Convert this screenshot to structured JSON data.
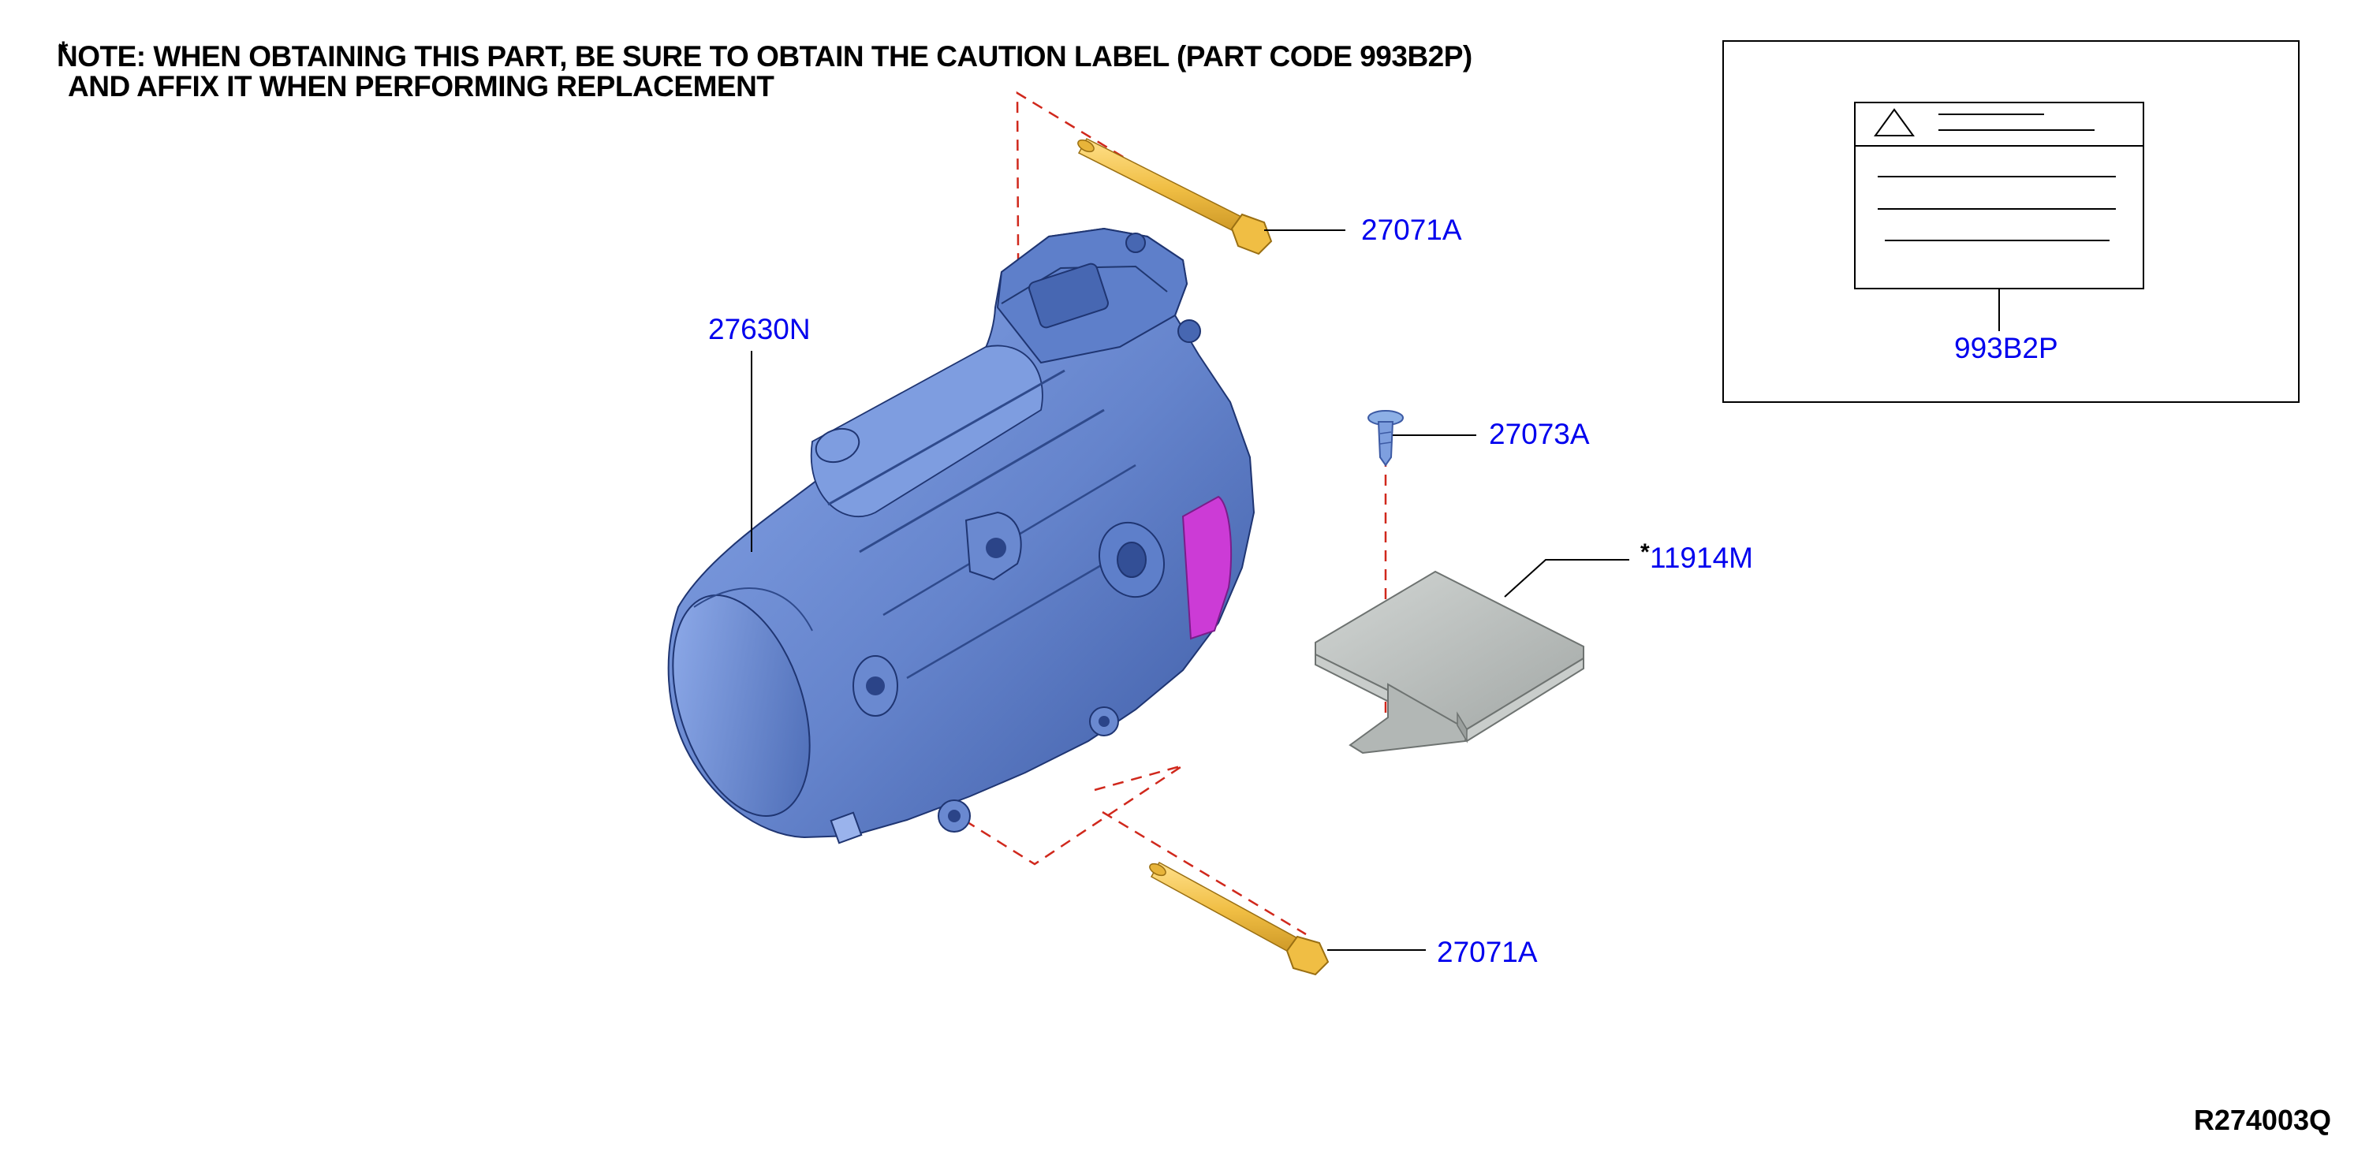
{
  "note": {
    "star": "*",
    "line1": "NOTE: WHEN OBTAINING THIS PART, BE SURE TO OBTAIN THE CAUTION LABEL (PART CODE 993B2P)",
    "line2": "AND AFFIX IT WHEN PERFORMING REPLACEMENT"
  },
  "parts": {
    "compressor": "27630N",
    "bolt_top": "27071A",
    "bolt_bottom": "27071A",
    "screw": "27073A",
    "bracket_star": "*",
    "bracket": "11914M",
    "caution_label": "993B2P"
  },
  "reference_code": "R274003Q",
  "colors": {
    "callout_text": "#0000ee",
    "compressor_body": "#6f8fd6",
    "compressor_shadow": "#3f5ea8",
    "connector_magenta": "#cc3bd6",
    "bolt": "#f0be44",
    "bracket": "#b9bdbb",
    "dashed_line": "#d0281c",
    "leader_line": "#000000"
  }
}
